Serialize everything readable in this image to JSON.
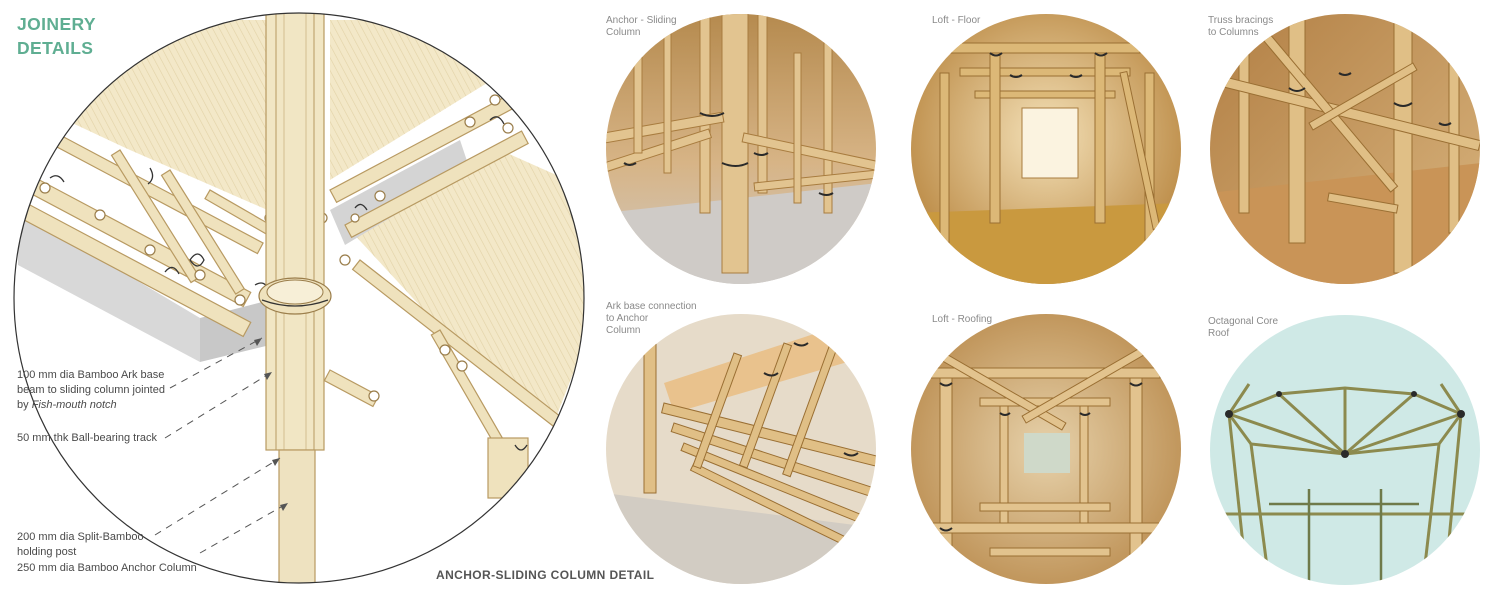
{
  "title": {
    "line1": "JOINERY",
    "line2": "DETAILS"
  },
  "notes": {
    "ark_base_line1": "100 mm dia Bamboo Ark base",
    "ark_base_line2": "beam to sliding column jointed",
    "ark_base_line3_prefix": "by ",
    "ark_base_line3_italic": "Fish-mouth notch",
    "track": "50 mm thk Ball-bearing track",
    "split_post_line1": "200 mm dia Split-Bamboo",
    "split_post_line2": "holding post",
    "anchor_column": "250 mm dia Bamboo Anchor Column"
  },
  "caption": "ANCHOR-SLIDING COLUMN DETAIL",
  "photos": [
    {
      "label_line1": "Anchor - Sliding",
      "label_line2": "Column",
      "label_line3": ""
    },
    {
      "label_line1": "Loft - Floor",
      "label_line2": "",
      "label_line3": ""
    },
    {
      "label_line1": "Truss bracings",
      "label_line2": "to Columns",
      "label_line3": ""
    },
    {
      "label_line1": "Ark base connection",
      "label_line2": "to Anchor",
      "label_line3": "Column"
    },
    {
      "label_line1": "Loft - Roofing",
      "label_line2": "",
      "label_line3": ""
    },
    {
      "label_line1": "Octagonal Core",
      "label_line2": "Roof",
      "label_line3": ""
    }
  ],
  "colors": {
    "title": "#5fae92",
    "bamboo": "#efe2bd",
    "bamboo_dark": "#c9ad74",
    "photo_wood": "#c79a58",
    "sky": "#cfe9e6"
  }
}
